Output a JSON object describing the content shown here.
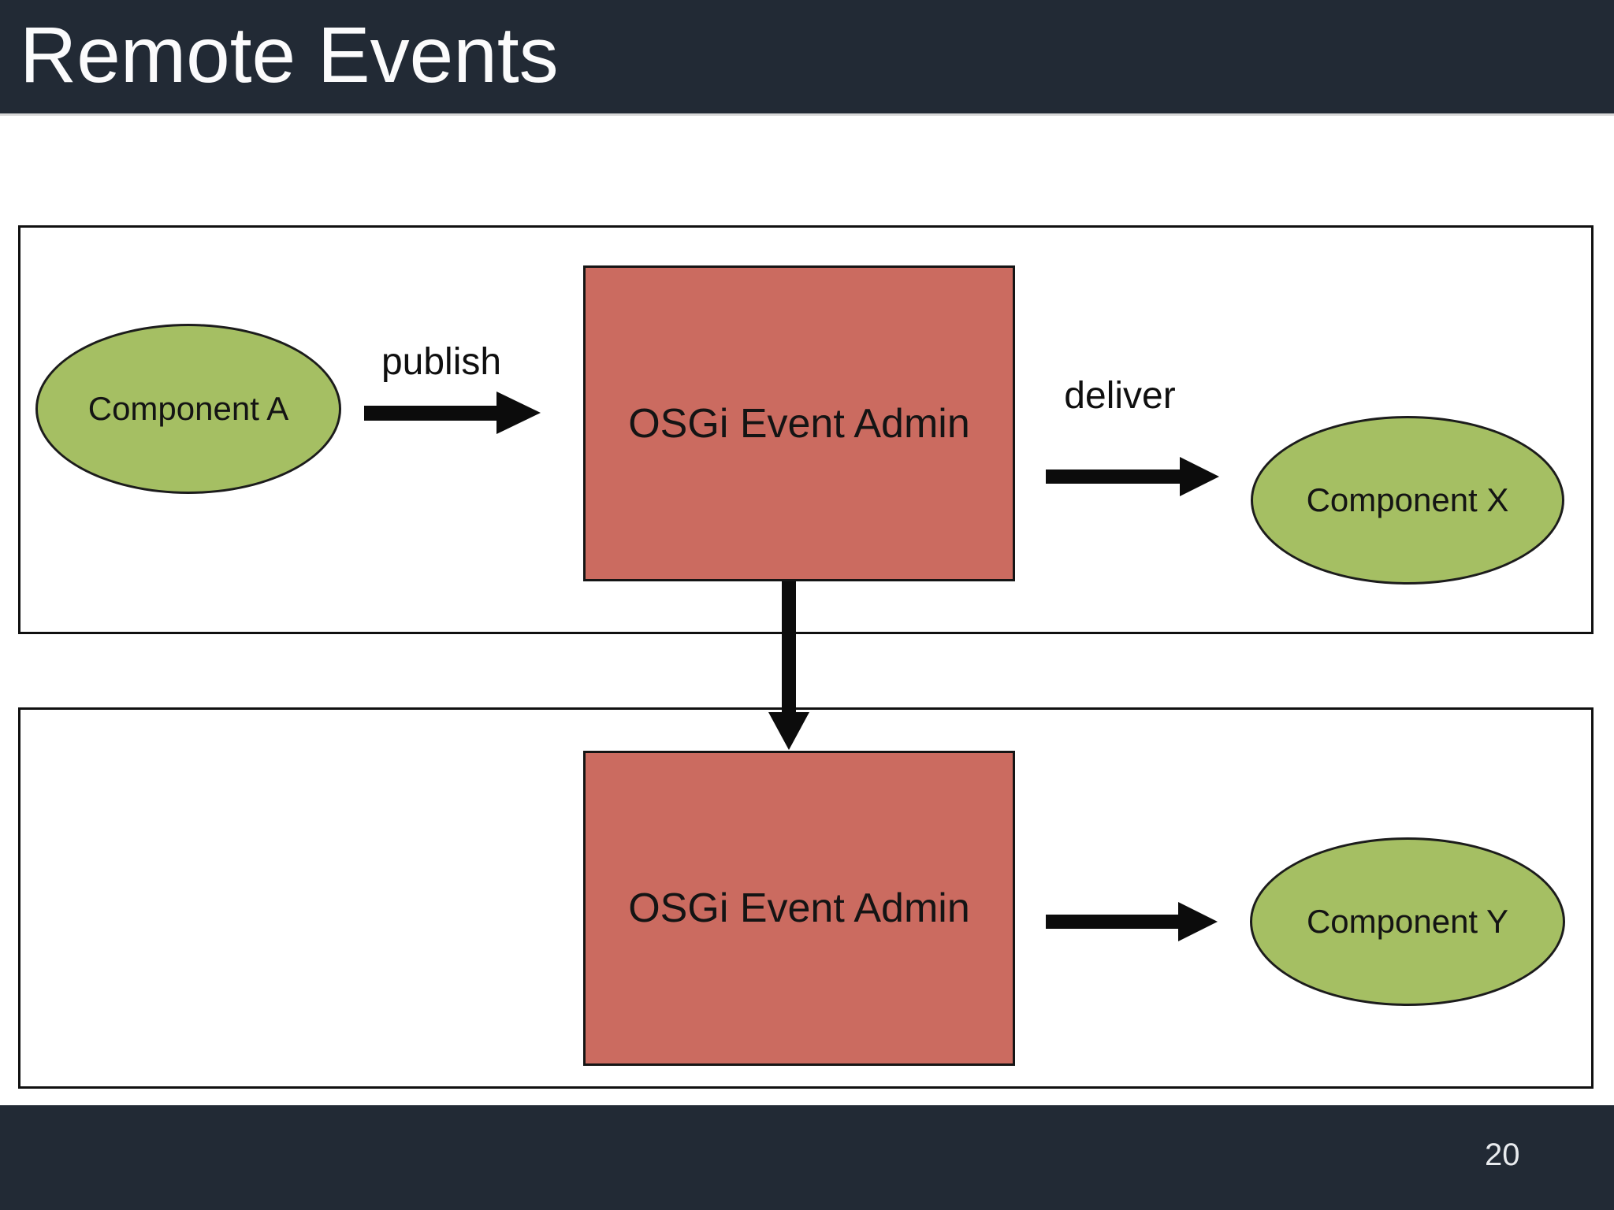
{
  "slide": {
    "title": "Remote Events",
    "page_number": "20"
  },
  "colors": {
    "bar_background": "#222a35",
    "shape_green": "#a5bf63",
    "shape_red": "#cb6b60",
    "arrow_black": "#0c0c0c"
  },
  "diagram": {
    "component_a_label": "Component A",
    "publish_label": "publish",
    "event_admin_top_label": "OSGi Event Admin",
    "deliver_label": "deliver",
    "component_x_label": "Component X",
    "event_admin_bottom_label": "OSGi Event Admin",
    "component_y_label": "Component Y"
  }
}
